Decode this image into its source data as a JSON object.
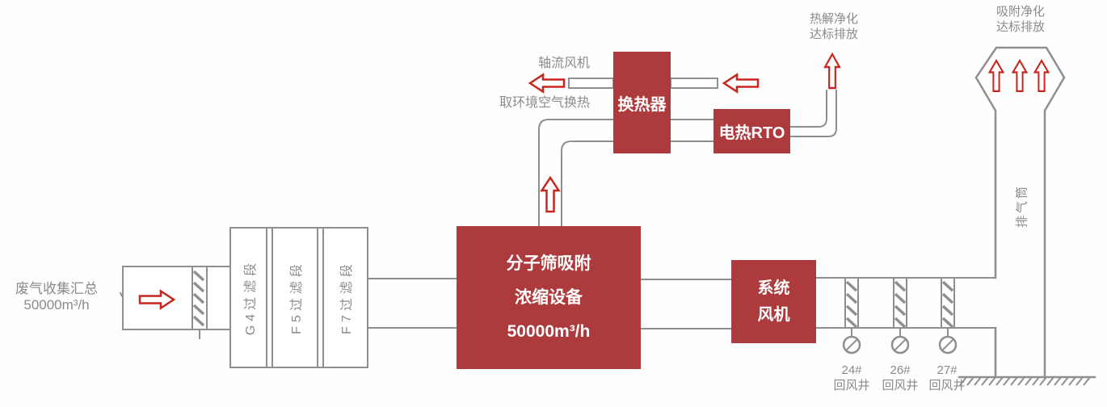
{
  "colors": {
    "equipment": "#ad3a3c",
    "arrow": "#c9251f",
    "line": "#8f8f8f",
    "label": "#8a8a8a"
  },
  "icons": {
    "flow_arrow": "hollow-block-arrow",
    "damper": "diagonal-hatched-panel",
    "valve": "circle-slash",
    "ground": "hatched-ground-line"
  },
  "inlet": {
    "title": "废气收集汇总",
    "flow": "50000m³/h"
  },
  "filter": {
    "sections": [
      {
        "label": "G4过滤段"
      },
      {
        "label": "F5过滤段"
      },
      {
        "label": "F7过滤段"
      }
    ]
  },
  "adsorber": {
    "name_line1": "分子筛吸附",
    "name_line2": "浓缩设备",
    "capacity": "50000m³/h"
  },
  "heat_exchanger": {
    "name": "换热器"
  },
  "axial_fan": {
    "label": "轴流风机"
  },
  "ambient_air": {
    "label": "取环境空气换热"
  },
  "rto": {
    "name": "电热RTO"
  },
  "rto_emission": {
    "line1": "热解净化",
    "line2": "达标排放"
  },
  "stack_emission": {
    "line1": "吸附净化",
    "line2": "达标排放"
  },
  "stack": {
    "name": "排气筒"
  },
  "system_fan": {
    "name_line1": "系统",
    "name_line2": "风机"
  },
  "return_shafts": [
    {
      "id": "24#",
      "name": "回风井"
    },
    {
      "id": "26#",
      "name": "回风井"
    },
    {
      "id": "27#",
      "name": "回风井"
    }
  ]
}
